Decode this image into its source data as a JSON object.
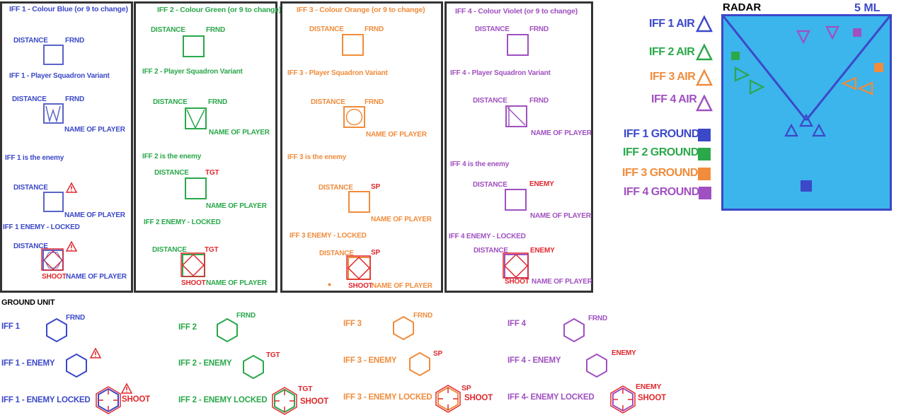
{
  "colors": {
    "blue": "#3b48c8",
    "green": "#2aa84a",
    "orange": "#f08c3c",
    "violet": "#a050c0",
    "red": "#e0282e",
    "radar_bg": "#3cb4ec"
  },
  "panels": [
    {
      "key": "blue",
      "title": "IFF 1 - Colour Blue (or 9 to change)",
      "distance": "DISTANCE",
      "frnd": "FRND",
      "squadron": "IFF 1 - Player Squadron Variant",
      "name": "NAME OF PLAYER",
      "enemy_label": "IFF 1 is the enemy",
      "locked_label": "IFF 1 ENEMY - LOCKED",
      "shoot": "SHOOT"
    },
    {
      "key": "green",
      "title": "IFF 2 - Colour Green (or 9 to change)",
      "distance": "DISTANCE",
      "frnd": "FRND",
      "squadron": "IFF 2 - Player Squadron Variant",
      "name": "NAME OF PLAYER",
      "enemy_label": "IFF 2 is the enemy",
      "enemy_tag": "TGT",
      "locked_label": "IFF 2 ENEMY - LOCKED",
      "shoot": "SHOOT"
    },
    {
      "key": "orange",
      "title": "IFF 3 - Colour Orange (or 9 to change)",
      "distance": "DISTANCE",
      "frnd": "FRND",
      "squadron": "IFF 3 - Player Squadron Variant",
      "name": "NAME OF PLAYER",
      "enemy_label": "IFF 3 is the enemy",
      "enemy_tag": "SP",
      "locked_label": "IFF 3 ENEMY - LOCKED",
      "shoot": "SHOOT"
    },
    {
      "key": "violet",
      "title": "IFF 4 - Colour Violet (or 9 to change)",
      "distance": "DISTANCE",
      "frnd": "FRND",
      "squadron": "IFF 4 - Player Squadron Variant",
      "name": "NAME OF PLAYER",
      "enemy_label": "IFF 4 is the enemy",
      "enemy_tag": "ENEMY",
      "locked_label": "IFF 4 ENEMY - LOCKED",
      "shoot": "SHOOT"
    }
  ],
  "ground": {
    "title": "GROUND UNIT",
    "rows": [
      {
        "key": "blue",
        "iff": "IFF 1",
        "frnd": "FRND",
        "enemy": "IFF 1 - ENEMY",
        "locked": "IFF 1 - ENEMY LOCKED",
        "shoot": "SHOOT"
      },
      {
        "key": "green",
        "iff": "IFF 2",
        "frnd": "FRND",
        "enemy": "IFF 2 - ENEMY",
        "enemy_tag": "TGT",
        "locked": "IFF 2 - ENEMY LOCKED",
        "shoot": "SHOOT"
      },
      {
        "key": "orange",
        "iff": "IFF 3",
        "frnd": "FRND",
        "enemy": "IFF 3 - ENEMY",
        "enemy_tag": "SP",
        "locked": "IFF 3 - ENEMY LOCKED",
        "shoot": "SHOOT"
      },
      {
        "key": "violet",
        "iff": "IFF 4",
        "frnd": "FRND",
        "enemy": "IFF 4 - ENEMY",
        "enemy_tag": "ENEMY",
        "locked": "IFF 4- ENEMY LOCKED",
        "shoot": "SHOOT"
      }
    ]
  },
  "legend": {
    "air": [
      "IFF 1 AIR",
      "IFF 2 AIR",
      "IFF 3 AIR",
      "IFF 4 AIR"
    ],
    "ground": [
      "IFF 1 GROUND",
      "IFF 2 GROUND",
      "IFF 3 GROUND",
      "IFF 4 GROUND"
    ]
  },
  "radar": {
    "title": "RADAR",
    "range": "5 ML"
  }
}
